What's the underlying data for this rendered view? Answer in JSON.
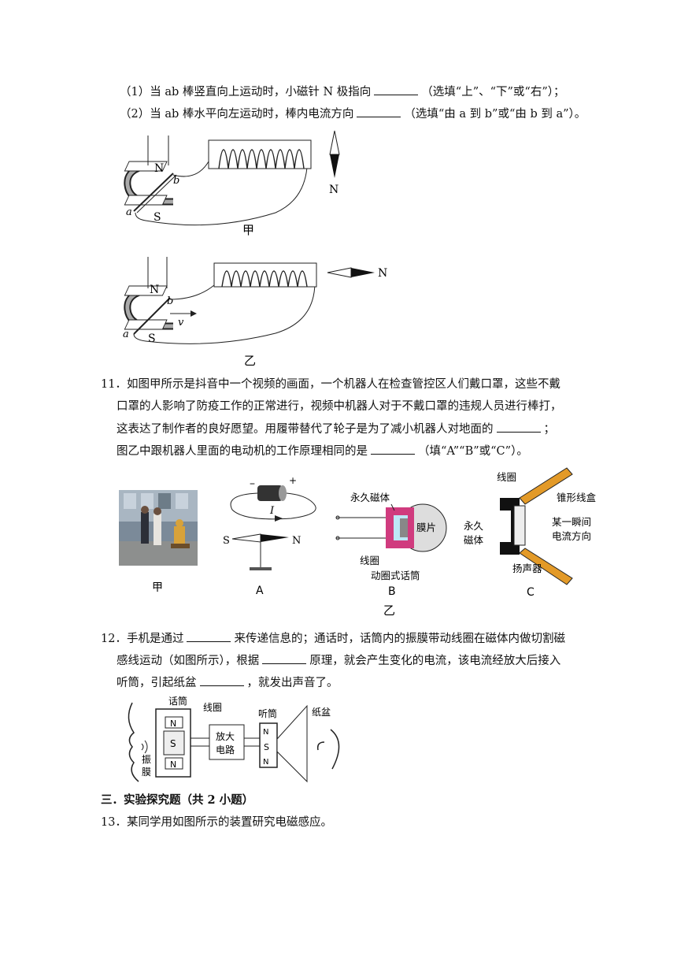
{
  "q10": {
    "sub1_a": "（1）当 ab 棒竖直向上运动时，小磁针 N 极指向",
    "sub1_b": "（选填“上”、“下”或“右”）；",
    "sub2_a": "（2）当 ab 棒水平向左运动时，棒内电流方向",
    "sub2_b": "（选填“由 a 到 b”或“由 b 到 a”）。",
    "fig_jia": {
      "N": "N",
      "S": "S",
      "a": "a",
      "b": "b",
      "needle_N": "N",
      "caption": "甲"
    },
    "fig_yi": {
      "N": "N",
      "S": "S",
      "a": "a",
      "b": "b",
      "v": "v",
      "needle_N": "N",
      "caption": "乙"
    }
  },
  "q11": {
    "line1": "11．如图甲所示是抖音中一个视频的画面，一个机器人在检查管控区人们戴口罩，这些不戴",
    "line2": "口罩的人影响了防疫工作的正常进行，视频中机器人对于不戴口罩的违规人员进行棒打，",
    "line3": "这表达了制作者的良好愿望。用履带替代了轮子是为了减小机器人对地面的",
    "line3_end": "；",
    "line4_a": "图乙中跟机器人里面的电动机的工作原理相同的是",
    "line4_b": "（填“A”“B”或“C”）。",
    "fig": {
      "jia_caption": "甲",
      "A": {
        "minus": "–",
        "plus": "+",
        "I": "I",
        "S": "S",
        "N": "N",
        "caption": "A"
      },
      "B": {
        "magnet": "永久磁体",
        "film": "膜片",
        "coil": "线圈",
        "name": "动圈式话筒",
        "caption": "B"
      },
      "C": {
        "coil": "线圈",
        "cone": "锥形线盒",
        "magnet_1": "永久",
        "magnet_2": "磁体",
        "cur_1": "某一瞬间",
        "cur_2": "电流方向",
        "speaker": "扬声器",
        "caption": "C"
      },
      "yi_caption": "乙"
    }
  },
  "q12": {
    "line1_a": "12．手机是通过",
    "line1_b": "来传递信息的；通话时，话筒内的振膜带动线圈在磁体内做切割磁",
    "line2_a": "感线运动（如图所示），根据",
    "line2_b": "原理，就会产生变化的电流，该电流经放大后接入",
    "line3_a": "听筒，引起纸盆",
    "line3_b": "，就发出声音了。",
    "fig": {
      "mic": "话筒",
      "coil": "线圈",
      "receiver": "听筒",
      "cone": "纸盆",
      "amp_1": "放大",
      "amp_2": "电路",
      "diaph_1": "振",
      "diaph_2": "膜",
      "N": "N",
      "S": "S"
    }
  },
  "section3": "三．实验探究题（共 2 小题）",
  "q13": "13．某同学用如图所示的装置研究电磁感应。"
}
